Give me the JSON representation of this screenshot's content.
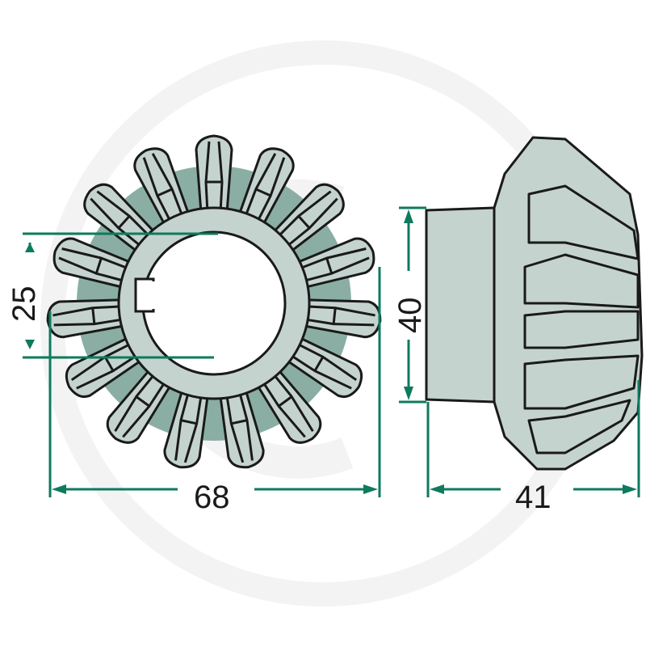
{
  "diagram": {
    "subject": "bevel gear with keyed bore",
    "views": [
      "front view",
      "side view"
    ],
    "dimensions": {
      "bore_diameter": {
        "label": "25",
        "unit": "mm"
      },
      "outer_diameter": {
        "label": "68",
        "unit": "mm"
      },
      "hub_diameter": {
        "label": "40",
        "unit": "mm"
      },
      "overall_length": {
        "label": "41",
        "unit": "mm"
      }
    },
    "teeth_count": 15,
    "colors": {
      "dimension_line": "#0e7a5e",
      "gear_light": "#c5d3cf",
      "gear_dark": "#8aaea4",
      "outline": "#1a1a1a",
      "watermark": "#f2f2f2",
      "background": "#ffffff"
    }
  }
}
